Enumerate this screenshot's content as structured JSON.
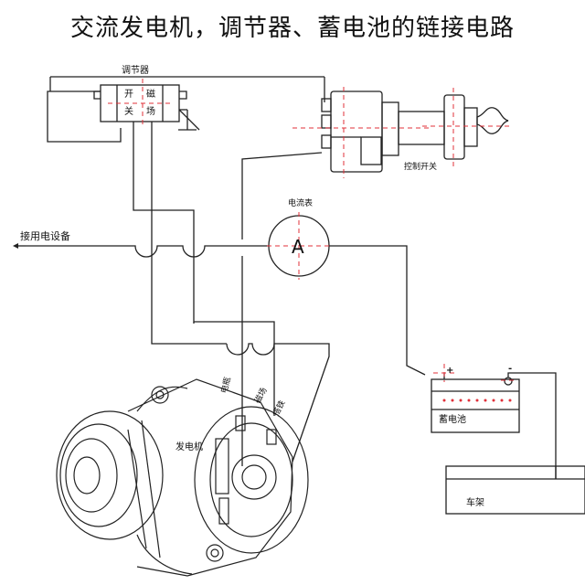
{
  "title": "交流发电机，调节器、蓄电池的链接电路",
  "labels": {
    "regulator": "调节器",
    "reg_open": "开",
    "reg_close": "关",
    "reg_magnet": "磁",
    "reg_field": "场",
    "control_switch": "控制开关",
    "ammeter": "电流表",
    "ammeter_symbol": "A",
    "load": "接用电设备",
    "battery": "蓄电池",
    "battery_plus": "+",
    "battery_minus": "-",
    "frame": "车架",
    "generator": "发电机",
    "wire_power": "电瓶",
    "wire_field": "磁场",
    "wire_ground": "搭铁"
  },
  "colors": {
    "line": "#222222",
    "guide": "#e0303a"
  }
}
